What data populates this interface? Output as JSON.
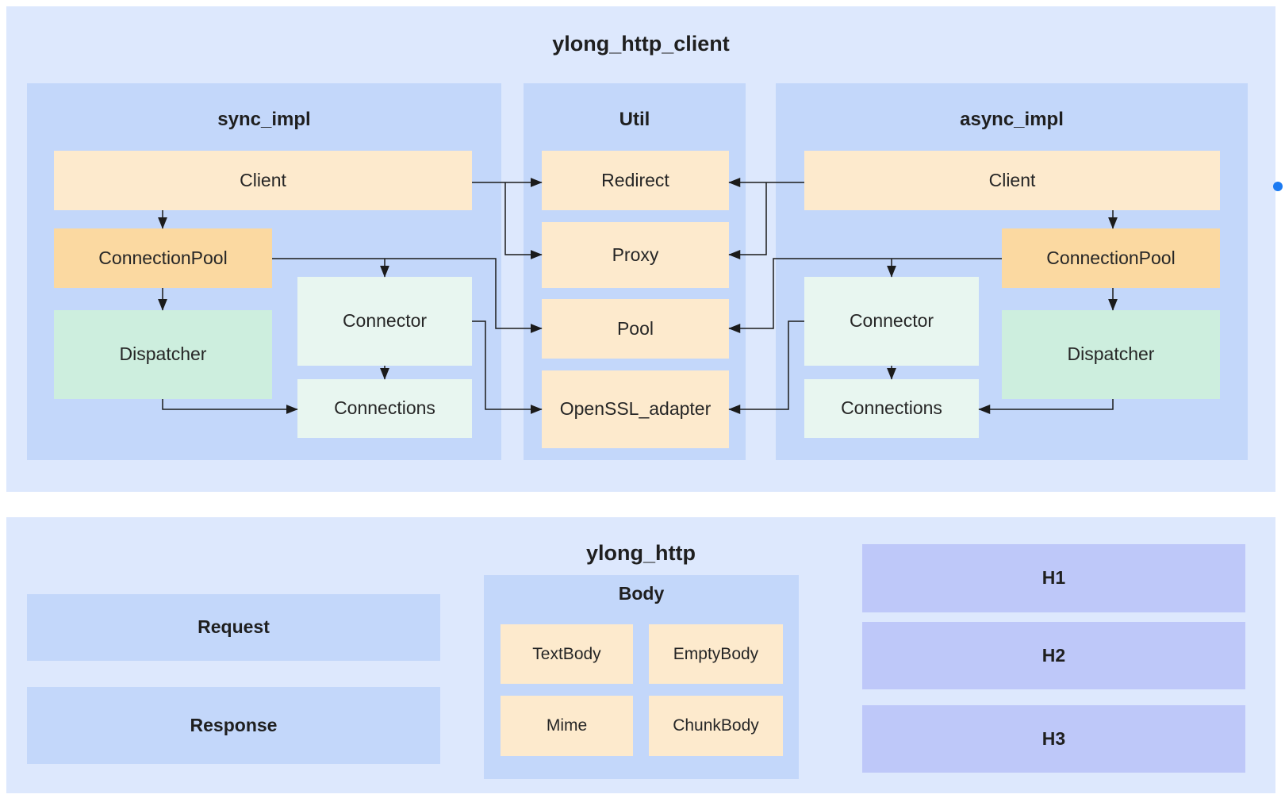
{
  "colors": {
    "outer_container_bg": "#dde8fd",
    "section_bg": "#c3d7fa",
    "peach_box": "#fdeacd",
    "orange_box": "#fbd9a1",
    "mint_box": "#cdeede",
    "pale_mint_box": "#e8f6f0",
    "periwinkle_box": "#bec8f9",
    "line_color": "#1b1b1b",
    "selection_dot": "#1b7af2"
  },
  "top_container": {
    "title": "ylong_http_client",
    "sync_impl": {
      "title": "sync_impl",
      "client": "Client",
      "connection_pool": "ConnectionPool",
      "dispatcher": "Dispatcher",
      "connector": "Connector",
      "connections": "Connections"
    },
    "util": {
      "title": "Util",
      "redirect": "Redirect",
      "proxy": "Proxy",
      "pool": "Pool",
      "openssl_adapter": "OpenSSL_adapter"
    },
    "async_impl": {
      "title": "async_impl",
      "client": "Client",
      "connection_pool": "ConnectionPool",
      "dispatcher": "Dispatcher",
      "connector": "Connector",
      "connections": "Connections"
    }
  },
  "bottom_container": {
    "title": "ylong_http",
    "request": "Request",
    "response": "Response",
    "body": {
      "title": "Body",
      "text_body": "TextBody",
      "empty_body": "EmptyBody",
      "mime": "Mime",
      "chunk_body": "ChunkBody"
    },
    "headers": {
      "h1": "H1",
      "h2": "H2",
      "h3": "H3"
    }
  }
}
